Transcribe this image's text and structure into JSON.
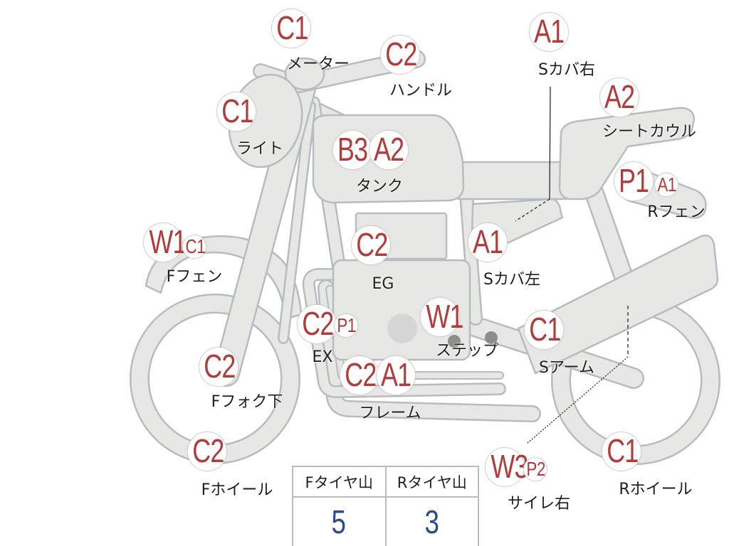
{
  "illustration": "motorcycle-icon",
  "parts": [
    {
      "label": "メーター",
      "grades": [
        "C1"
      ]
    },
    {
      "label": "ハンドル",
      "grades": [
        "C2"
      ]
    },
    {
      "label": "Sカバ右",
      "grades": [
        "A1"
      ]
    },
    {
      "label": "ライト",
      "grades": [
        "C1"
      ]
    },
    {
      "label": "シートカウル",
      "grades": [
        "A2"
      ]
    },
    {
      "label": "タンク",
      "grades": [
        "B3",
        "A2"
      ]
    },
    {
      "label": "Rフェン",
      "grades": [
        "P1",
        "A1"
      ]
    },
    {
      "label": "Fフェン",
      "grades": [
        "W1",
        "C1"
      ]
    },
    {
      "label": "EG",
      "grades": [
        "C2"
      ]
    },
    {
      "label": "Sカバ左",
      "grades": [
        "A1"
      ]
    },
    {
      "label": "EX",
      "grades": [
        "C2",
        "P1"
      ]
    },
    {
      "label": "ステップ",
      "grades": [
        "W1"
      ]
    },
    {
      "label": "Sアーム",
      "grades": [
        "C1"
      ]
    },
    {
      "label": "Fフォク下",
      "grades": [
        "C2"
      ]
    },
    {
      "label": "フレーム",
      "grades": [
        "C2",
        "A1"
      ]
    },
    {
      "label": "Fホイール",
      "grades": [
        "C2"
      ]
    },
    {
      "label": "サイレ右",
      "grades": [
        "W3",
        "P2"
      ]
    },
    {
      "label": "Rホイール",
      "grades": [
        "C1"
      ]
    }
  ],
  "tire_tread": {
    "headers": [
      "Fタイヤ山",
      "Rタイヤ山"
    ],
    "values": [
      "5",
      "3"
    ]
  },
  "colors": {
    "grade_text": "#b13c3c",
    "tire_value": "#2d4c8f",
    "bike_fill": "#e7e7e5",
    "bike_outline": "#b7bcbf"
  }
}
